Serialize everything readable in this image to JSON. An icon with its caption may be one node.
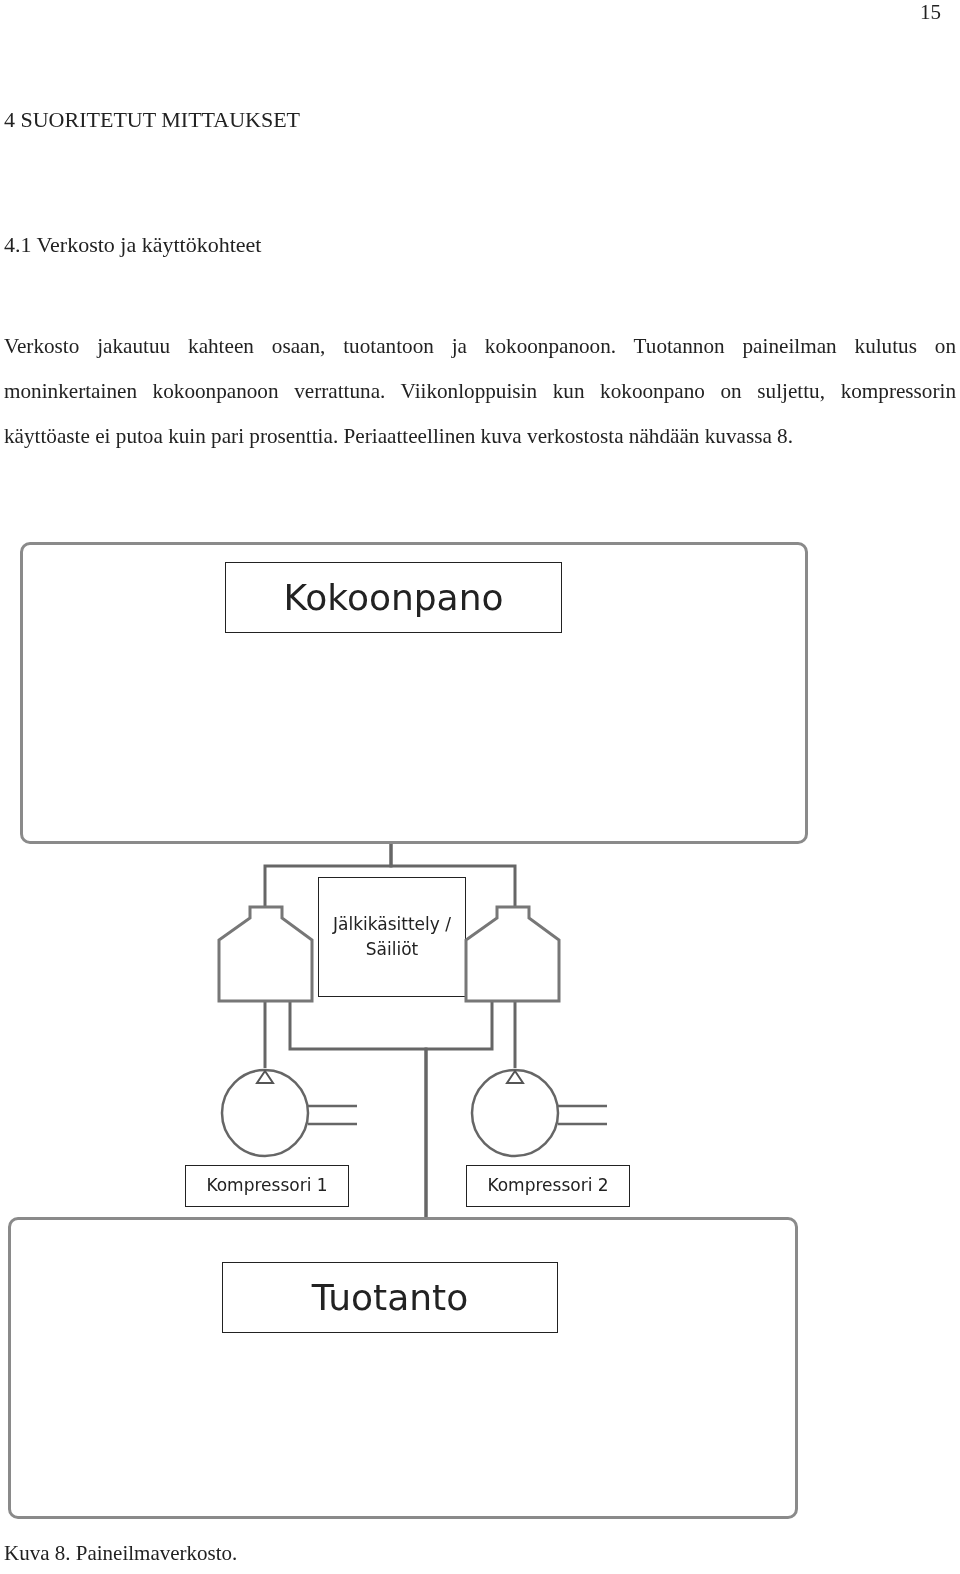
{
  "diagram": {
    "caption": "Kuva 8. Paineilmaverkosto.",
    "nodes": [
      {
        "text": [],
        "shape": "box"
      },
      {
        "text": [
          "Kokoonpano"
        ],
        "in": 0
      },
      {
        "text": [],
        "shape": "tank"
      },
      {
        "text": [
          "Jälkikäsittely / Säiliöt"
        ]
      },
      {
        "text": [],
        "shape": "tank"
      },
      {
        "text": [],
        "shape": "circle"
      },
      {
        "text": [],
        "shape": "circle"
      },
      {
        "text": [
          "Kompressori 1"
        ]
      },
      {
        "text": [
          "Kompressori 2"
        ]
      },
      {
        "text": [],
        "shape": "box"
      },
      {
        "text": [
          "Tuotanto"
        ],
        "in": 9
      }
    ],
    "edges": [
      {
        "from": 0,
        "to": 2,
        "arrow": "none"
      },
      {
        "from": 0,
        "to": 4,
        "arrow": "none"
      },
      {
        "from": 5,
        "to": 2,
        "arrow": "none"
      },
      {
        "from": 6,
        "to": 4,
        "arrow": "none"
      },
      {
        "from": 2,
        "to": 9,
        "arrow": "none"
      },
      {
        "from": 4,
        "to": 9,
        "arrow": "none"
      }
    ],
    "labels": [
      "15",
      "4 SUORITETUT MITTAUKSET",
      "4.1 Verkosto ja käyttökohteet",
      "Verkosto jakautuu kahteen osaan, tuotantoon ja kokoonpanoon. Tuotannon paineilman kulutus on moninkertainen kokoonpanoon verrattuna. Viikonloppuisin kun kokoonpano on suljettu, kompressorin käyttöaste ei putoa kuin pari prosenttia. Periaatteellinen kuva verkostosta nähdään kuvassa 8."
    ]
  }
}
